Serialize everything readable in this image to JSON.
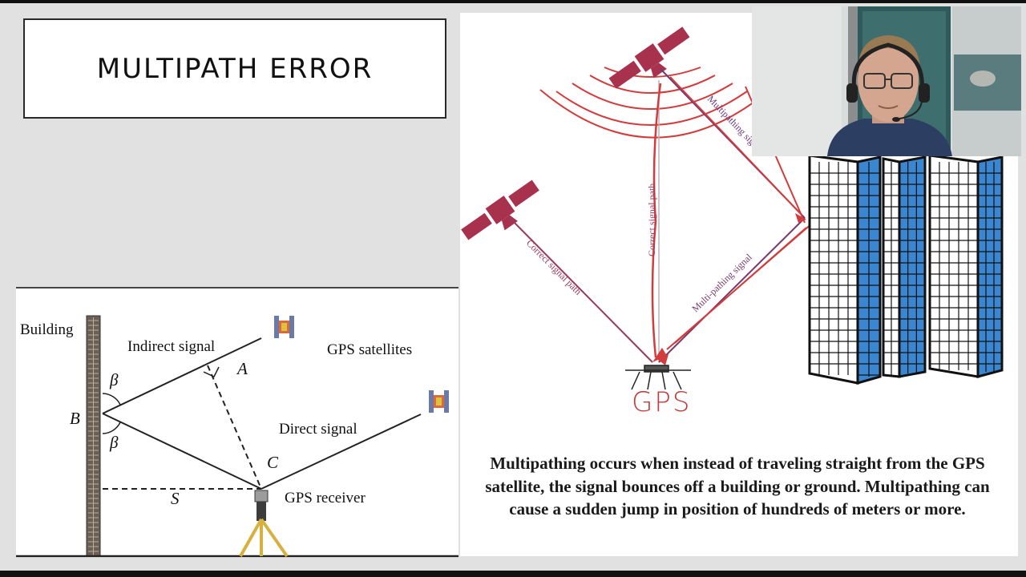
{
  "slide": {
    "title": "MULTIPATH ERROR"
  },
  "left_diagram": {
    "labels": {
      "building": "Building",
      "indirect_signal": "Indirect signal",
      "gps_satellites": "GPS satellites",
      "direct_signal": "Direct signal",
      "gps_receiver": "GPS receiver",
      "point_a": "A",
      "point_b": "B",
      "point_c": "C",
      "distance_s": "S",
      "angle_top": "β",
      "angle_bottom": "β"
    }
  },
  "right_diagram": {
    "path_labels": {
      "correct_left": "Correct signal path",
      "correct_vertical": "Correct signal path",
      "multipath_upper": "Multipathing signal",
      "multipath_lower": "Multi-pathing signal"
    },
    "receiver_label": "GPS",
    "caption": "Multipathing occurs when instead of traveling straight from the GPS satellite, the signal bounces off a building or ground. Multipathing can cause a sudden jump in position of hundreds of meters or more.",
    "colors": {
      "satellite": "#a8324e",
      "annotation": "#d23c3c",
      "building_blue": "#3a86d0"
    }
  }
}
